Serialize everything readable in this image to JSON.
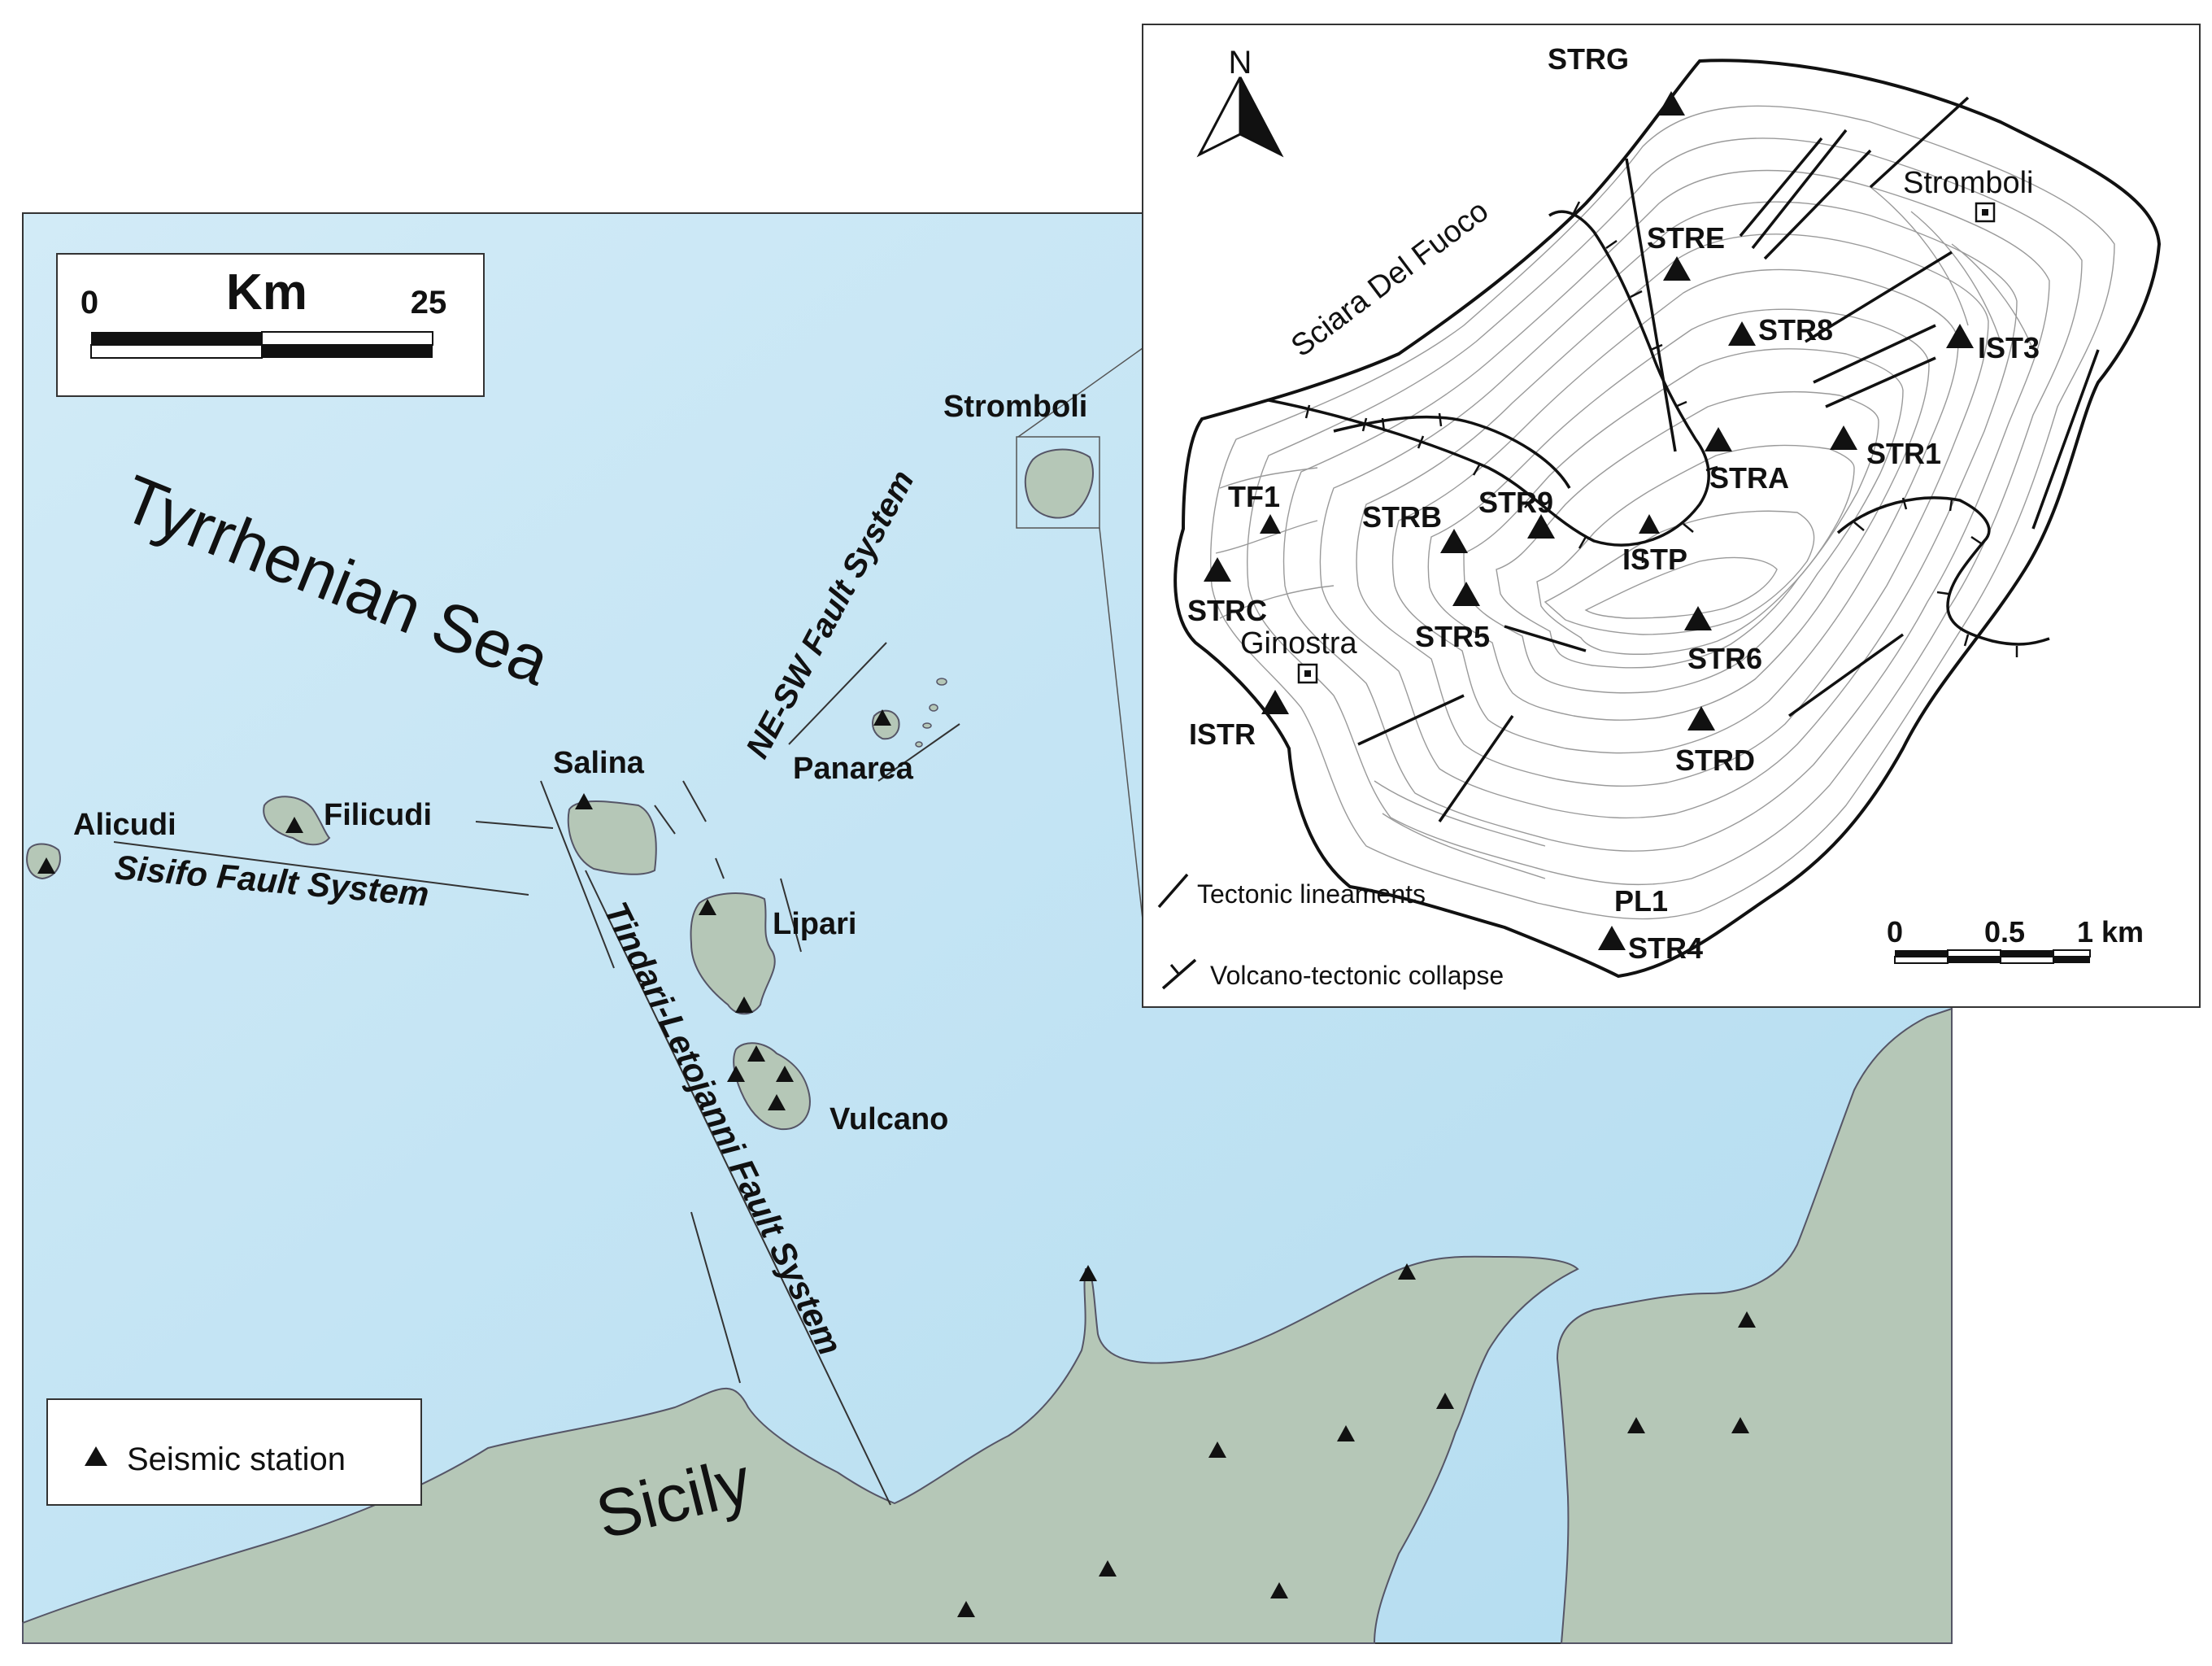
{
  "scale_main": {
    "start": "0",
    "end": "25",
    "unit": "Km"
  },
  "legend": {
    "label": "Seismic station"
  },
  "sea": {
    "label": "Tyrrhenian Sea"
  },
  "land": {
    "label": "Sicily"
  },
  "islands": {
    "alicudi": "Alicudi",
    "filicudi": "Filicudi",
    "salina": "Salina",
    "panarea": "Panarea",
    "lipari": "Lipari",
    "vulcano": "Vulcano",
    "stromboli": "Stromboli"
  },
  "faults": {
    "sisifo": "Sisifo Fault System",
    "tindari": "Tindari-Letojanni Fault System",
    "nesw": "NE-SW Fault System"
  },
  "inset": {
    "north": "N",
    "sciara": "Sciara Del Fuoco",
    "village_stromboli": "Stromboli",
    "village_ginostra": "Ginostra",
    "legend_tectonic": "Tectonic lineaments",
    "legend_collapse": "Volcano-tectonic collapse",
    "scale": {
      "a": "0",
      "b": "0.5",
      "c": "1 km"
    },
    "stations": {
      "strg": "STRG",
      "stre": "STRE",
      "str8": "STR8",
      "ist3": "IST3",
      "str1": "STR1",
      "stra": "STRA",
      "str9": "STR9",
      "strb": "STRB",
      "tf1": "TF1",
      "istp": "ISTP",
      "strc": "STRC",
      "str5": "STR5",
      "str6": "STR6",
      "istr": "ISTR",
      "strd": "STRD",
      "pl1": "PL1",
      "str4": "STR4"
    }
  },
  "colors": {
    "sea": "#c9e6f4",
    "land": "#b5c7b7",
    "island": "#b5c7b7",
    "ink": "#111111"
  }
}
